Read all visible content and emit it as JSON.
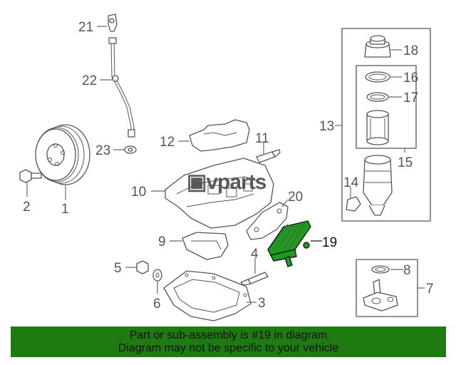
{
  "diagram": {
    "watermark": "vparts",
    "highlighted_part": "19",
    "callouts": {
      "c1": "1",
      "c2": "2",
      "c3": "3",
      "c4": "4",
      "c5": "5",
      "c6": "6",
      "c7": "7",
      "c8": "8",
      "c9": "9",
      "c10": "10",
      "c11": "11",
      "c12": "12",
      "c13": "13",
      "c14": "14",
      "c15": "15",
      "c16": "16",
      "c17": "17",
      "c18": "18",
      "c19": "19",
      "c20": "20",
      "c21": "21",
      "c22": "22",
      "c23": "23"
    },
    "colors": {
      "highlight": "#1e9a1e",
      "banner": "#1f7a12",
      "line": "#666666"
    }
  },
  "banner": {
    "line1": "Part or sub-assembly is #19 in diagram",
    "line2": "Diagram may not be specific to your vehicle"
  }
}
